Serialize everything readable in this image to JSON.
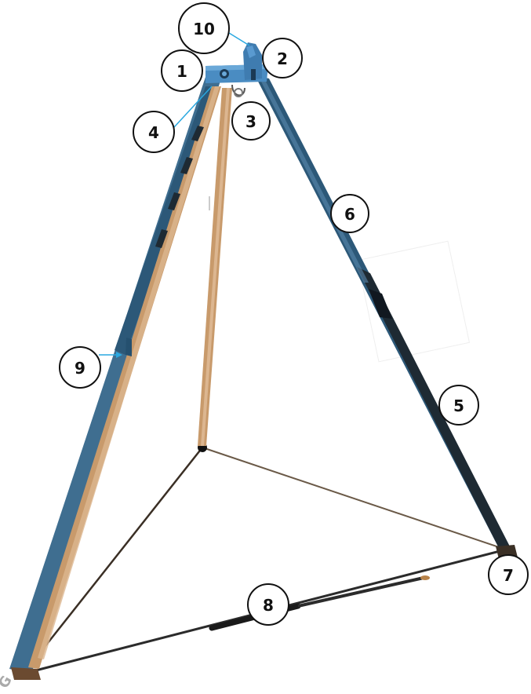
{
  "diagram": {
    "callouts": [
      {
        "id": "c1",
        "label": "1"
      },
      {
        "id": "c2",
        "label": "2"
      },
      {
        "id": "c3",
        "label": "3"
      },
      {
        "id": "c4",
        "label": "4"
      },
      {
        "id": "c5",
        "label": "5"
      },
      {
        "id": "c6",
        "label": "6"
      },
      {
        "id": "c7",
        "label": "7"
      },
      {
        "id": "c8",
        "label": "8"
      },
      {
        "id": "c9",
        "label": "9"
      },
      {
        "id": "c10",
        "label": "10"
      }
    ]
  },
  "colors": {
    "leg_blue": "#3f6e90",
    "leg_blue_dark": "#2c5878",
    "leg_tan": "#c89a6b",
    "leg_tan_light": "#dcb690",
    "leg_dark": "#1e2a33",
    "head_blue": "#4a8cc2",
    "strap": "#2b2b2b",
    "callout_border": "#111111",
    "leader_line": "#2aa8e0"
  }
}
